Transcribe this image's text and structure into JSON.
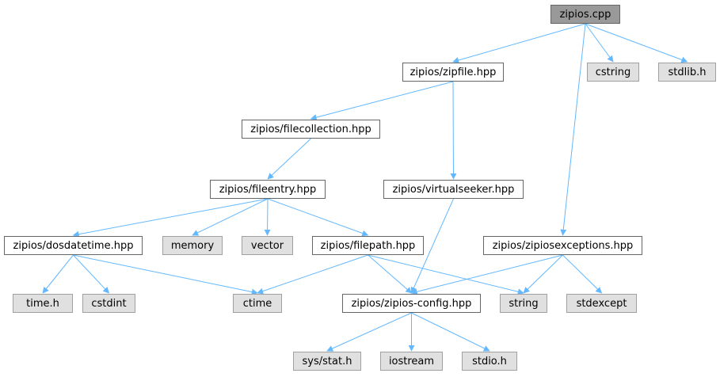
{
  "colors": {
    "edge": "#63b8ff",
    "user_node_bg": "#ffffff",
    "system_node_bg": "#e0e0e0",
    "current_node_bg": "#999999"
  },
  "nodes": [
    {
      "id": "zipios-cpp",
      "label": "zipios.cpp",
      "kind": "current"
    },
    {
      "id": "zipfile-hpp",
      "label": "zipios/zipfile.hpp",
      "kind": "user"
    },
    {
      "id": "cstring",
      "label": "cstring",
      "kind": "system"
    },
    {
      "id": "stdlib-h",
      "label": "stdlib.h",
      "kind": "system"
    },
    {
      "id": "filecollection-hpp",
      "label": "zipios/filecollection.hpp",
      "kind": "user"
    },
    {
      "id": "fileentry-hpp",
      "label": "zipios/fileentry.hpp",
      "kind": "user"
    },
    {
      "id": "virtualseeker-hpp",
      "label": "zipios/virtualseeker.hpp",
      "kind": "user"
    },
    {
      "id": "dosdatetime-hpp",
      "label": "zipios/dosdatetime.hpp",
      "kind": "user"
    },
    {
      "id": "memory",
      "label": "memory",
      "kind": "system"
    },
    {
      "id": "vector",
      "label": "vector",
      "kind": "system"
    },
    {
      "id": "filepath-hpp",
      "label": "zipios/filepath.hpp",
      "kind": "user"
    },
    {
      "id": "zipiosexceptions-hpp",
      "label": "zipios/zipiosexceptions.hpp",
      "kind": "user"
    },
    {
      "id": "time-h",
      "label": "time.h",
      "kind": "system"
    },
    {
      "id": "cstdint",
      "label": "cstdint",
      "kind": "system"
    },
    {
      "id": "ctime",
      "label": "ctime",
      "kind": "system"
    },
    {
      "id": "zipios-config-hpp",
      "label": "zipios/zipios-config.hpp",
      "kind": "user"
    },
    {
      "id": "string",
      "label": "string",
      "kind": "system"
    },
    {
      "id": "stdexcept",
      "label": "stdexcept",
      "kind": "system"
    },
    {
      "id": "sys-stat-h",
      "label": "sys/stat.h",
      "kind": "system"
    },
    {
      "id": "iostream",
      "label": "iostream",
      "kind": "system"
    },
    {
      "id": "stdio-h",
      "label": "stdio.h",
      "kind": "system"
    }
  ],
  "edges": [
    {
      "from": "zipios-cpp",
      "to": "zipfile-hpp"
    },
    {
      "from": "zipios-cpp",
      "to": "cstring"
    },
    {
      "from": "zipios-cpp",
      "to": "stdlib-h"
    },
    {
      "from": "zipios-cpp",
      "to": "zipiosexceptions-hpp"
    },
    {
      "from": "zipfile-hpp",
      "to": "filecollection-hpp"
    },
    {
      "from": "zipfile-hpp",
      "to": "virtualseeker-hpp"
    },
    {
      "from": "filecollection-hpp",
      "to": "fileentry-hpp"
    },
    {
      "from": "fileentry-hpp",
      "to": "dosdatetime-hpp"
    },
    {
      "from": "fileentry-hpp",
      "to": "memory"
    },
    {
      "from": "fileentry-hpp",
      "to": "vector"
    },
    {
      "from": "fileentry-hpp",
      "to": "filepath-hpp"
    },
    {
      "from": "virtualseeker-hpp",
      "to": "zipios-config-hpp"
    },
    {
      "from": "dosdatetime-hpp",
      "to": "time-h"
    },
    {
      "from": "dosdatetime-hpp",
      "to": "cstdint"
    },
    {
      "from": "dosdatetime-hpp",
      "to": "ctime"
    },
    {
      "from": "filepath-hpp",
      "to": "ctime"
    },
    {
      "from": "filepath-hpp",
      "to": "zipios-config-hpp"
    },
    {
      "from": "filepath-hpp",
      "to": "string"
    },
    {
      "from": "zipiosexceptions-hpp",
      "to": "zipios-config-hpp"
    },
    {
      "from": "zipiosexceptions-hpp",
      "to": "string"
    },
    {
      "from": "zipiosexceptions-hpp",
      "to": "stdexcept"
    },
    {
      "from": "zipios-config-hpp",
      "to": "sys-stat-h"
    },
    {
      "from": "zipios-config-hpp",
      "to": "iostream"
    },
    {
      "from": "zipios-config-hpp",
      "to": "stdio-h"
    }
  ]
}
